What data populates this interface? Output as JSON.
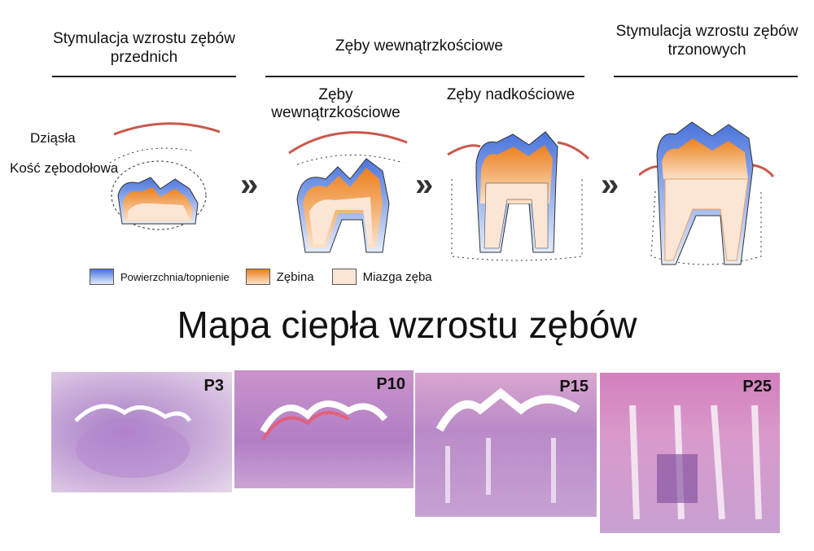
{
  "headers": {
    "left": "Stymulacja wzrostu zębów przednich",
    "center": "Zęby wewnątrzkościowe",
    "right": "Stymulacja wzrostu zębów trzonowych"
  },
  "subheaders": {
    "intraosseous": "Zęby wewnątrzkościowe",
    "supraosseous": "Zęby nadkościowe"
  },
  "labels": {
    "gums": "Dziąsła",
    "alveolar_bone": "Kość zębodołowa"
  },
  "arrows": [
    "»",
    "»",
    "»"
  ],
  "legend": [
    {
      "label": "Powierzchnia/topnienie",
      "color": "#5b84e0"
    },
    {
      "label": "Zębina",
      "color": "#f0922e"
    },
    {
      "label": "Miazga zęba",
      "color": "#fbe6d6"
    }
  ],
  "title": "Mapa ciepła wzrostu zębów",
  "histology": [
    {
      "label": "P3"
    },
    {
      "label": "P10"
    },
    {
      "label": "P15"
    },
    {
      "label": "P25"
    }
  ]
}
